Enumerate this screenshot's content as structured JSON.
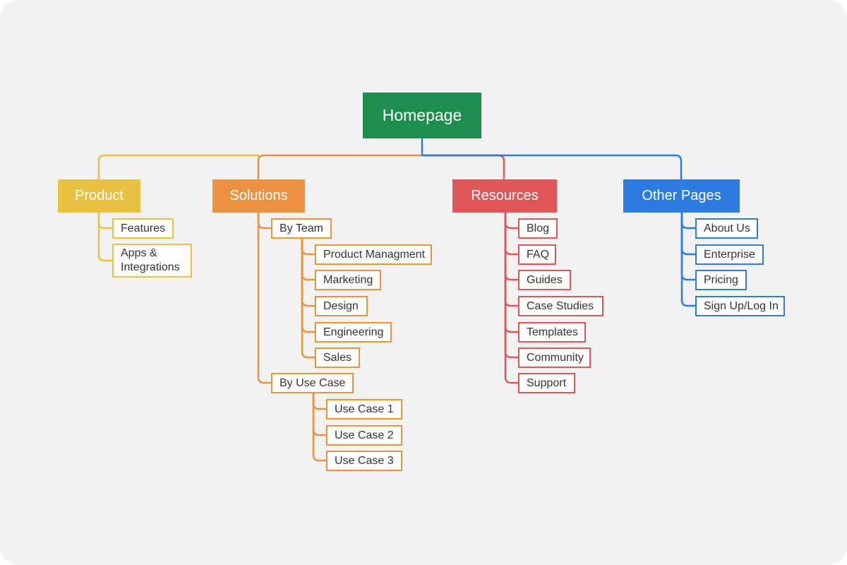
{
  "root": {
    "label": "Homepage"
  },
  "colors": {
    "root": "#1e8e4f",
    "product": "#e9c040",
    "solutions": "#eb9140",
    "resources": "#e05556",
    "other_pages": "#2b7be1",
    "background": "#f2f2f2"
  },
  "product": {
    "label": "Product",
    "items": [
      "Features",
      "Apps & Integrations"
    ]
  },
  "solutions": {
    "label": "Solutions",
    "by_team": {
      "label": "By Team",
      "items": [
        "Product Managment",
        "Marketing",
        "Design",
        "Engineering",
        "Sales"
      ]
    },
    "by_use_case": {
      "label": "By Use Case",
      "items": [
        "Use Case 1",
        "Use Case 2",
        "Use Case 3"
      ]
    }
  },
  "resources": {
    "label": "Resources",
    "items": [
      "Blog",
      "FAQ",
      "Guides",
      "Case Studies",
      "Templates",
      "Community",
      "Support"
    ]
  },
  "other_pages": {
    "label": "Other Pages",
    "items": [
      "About Us",
      "Enterprise",
      "Pricing",
      "Sign Up/Log In"
    ]
  }
}
